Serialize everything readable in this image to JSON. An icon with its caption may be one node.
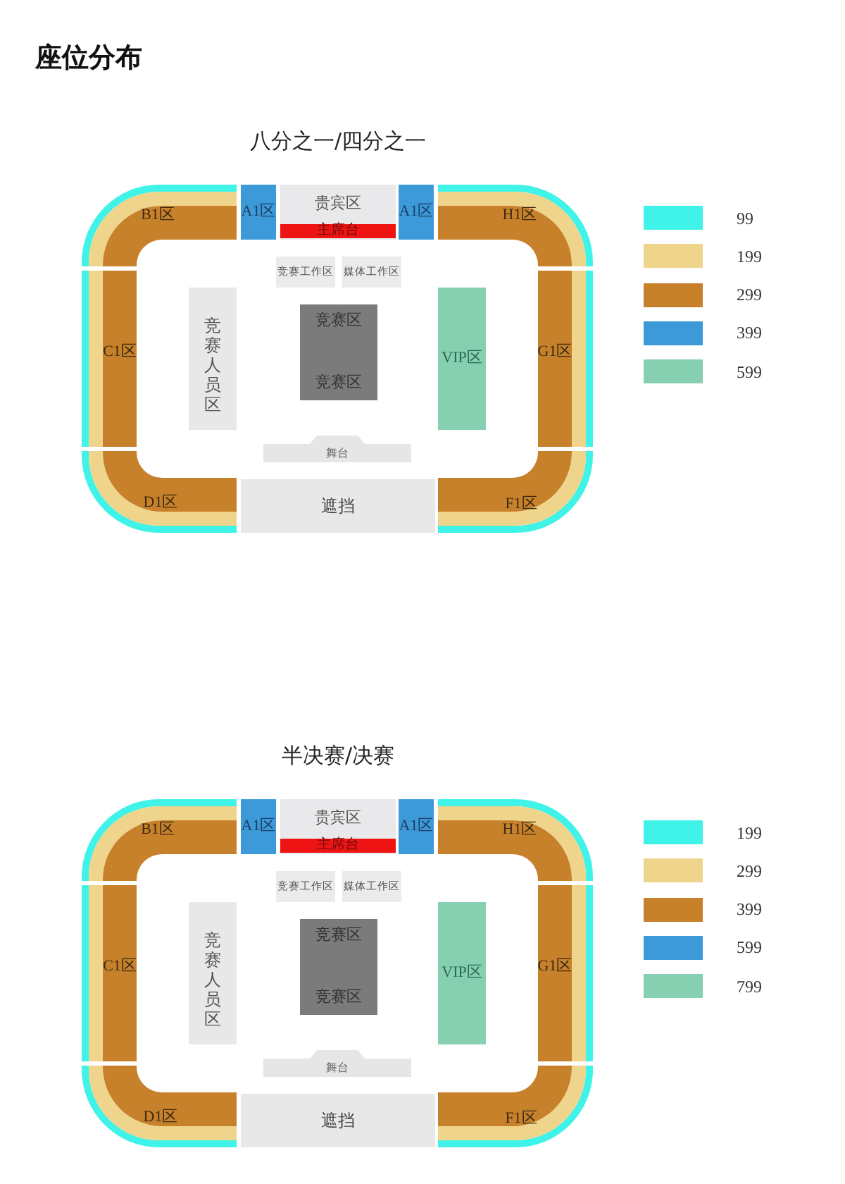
{
  "diagram": {
    "title": "座位分布",
    "nodes": [
      {
        "text": [
          "B1区"
        ]
      },
      {
        "text": [
          "A1区"
        ]
      },
      {
        "text": [
          "贵宾区"
        ]
      },
      {
        "text": [
          "主席台"
        ],
        "in": 2
      },
      {
        "text": [
          "A1区"
        ]
      },
      {
        "text": [
          "H1区"
        ]
      },
      {
        "text": [
          "竞赛工作区"
        ]
      },
      {
        "text": [
          "媒体工作区"
        ]
      },
      {
        "text": [
          "C1区"
        ]
      },
      {
        "text": [
          "竞赛人员区"
        ]
      },
      {
        "text": [
          "竞赛区",
          "竞赛区"
        ]
      },
      {
        "text": [
          "VIP区"
        ]
      },
      {
        "text": [
          "G1区"
        ]
      },
      {
        "text": [
          "舞台"
        ]
      },
      {
        "text": [
          "D1区"
        ]
      },
      {
        "text": [
          "遮挡"
        ]
      },
      {
        "text": [
          "F1区"
        ]
      },
      {
        "text": [
          "B1区"
        ]
      },
      {
        "text": [
          "A1区"
        ]
      },
      {
        "text": [
          "贵宾区"
        ]
      },
      {
        "text": [
          "主席台"
        ],
        "in": 19
      },
      {
        "text": [
          "A1区"
        ]
      },
      {
        "text": [
          "H1区"
        ]
      },
      {
        "text": [
          "竞赛工作区"
        ]
      },
      {
        "text": [
          "媒体工作区"
        ]
      },
      {
        "text": [
          "C1区"
        ]
      },
      {
        "text": [
          "竞赛人员区"
        ]
      },
      {
        "text": [
          "竞赛区",
          "竞赛区"
        ]
      },
      {
        "text": [
          "VIP区"
        ]
      },
      {
        "text": [
          "G1区"
        ]
      },
      {
        "text": [
          "舞台"
        ]
      },
      {
        "text": [
          "D1区"
        ]
      },
      {
        "text": [
          "遮挡"
        ]
      },
      {
        "text": [
          "F1区"
        ]
      }
    ],
    "labels": [
      "八分之一/四分之一",
      "半决赛/决赛"
    ],
    "legend": [
      {
        "text": "99",
        "color": "#3ff3e8"
      },
      {
        "text": "199",
        "color": "#efd58b"
      },
      {
        "text": "299",
        "color": "#c8812b"
      },
      {
        "text": "399",
        "color": "#3d9ad9"
      },
      {
        "text": "599",
        "color": "#86cfb0"
      },
      {
        "text": "199",
        "color": "#3ff3e8"
      },
      {
        "text": "299",
        "color": "#efd58b"
      },
      {
        "text": "399",
        "color": "#c8812b"
      },
      {
        "text": "599",
        "color": "#3d9ad9"
      },
      {
        "text": "799",
        "color": "#86cfb0"
      }
    ]
  }
}
